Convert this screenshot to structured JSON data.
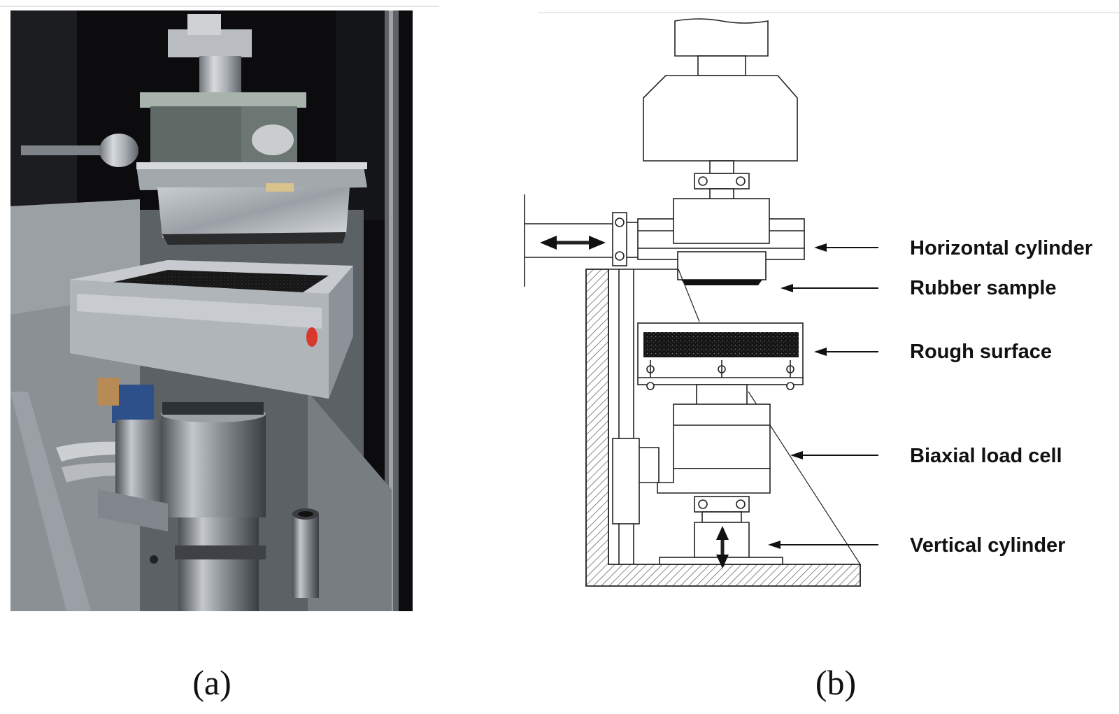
{
  "panels": {
    "a": {
      "caption": "(a)",
      "content": "photograph of test rig"
    },
    "b": {
      "caption": "(b)",
      "labels": [
        "Horizontal cylinder",
        "Rubber sample",
        "Rough surface",
        "Biaxial load cell",
        "Vertical cylinder"
      ]
    }
  },
  "colors": {
    "line": "#222222",
    "rough_fill": "#1a1a1a",
    "hatch": "#555555",
    "metal": "#b8bcc0",
    "background_dark": "#0c0c0e"
  }
}
